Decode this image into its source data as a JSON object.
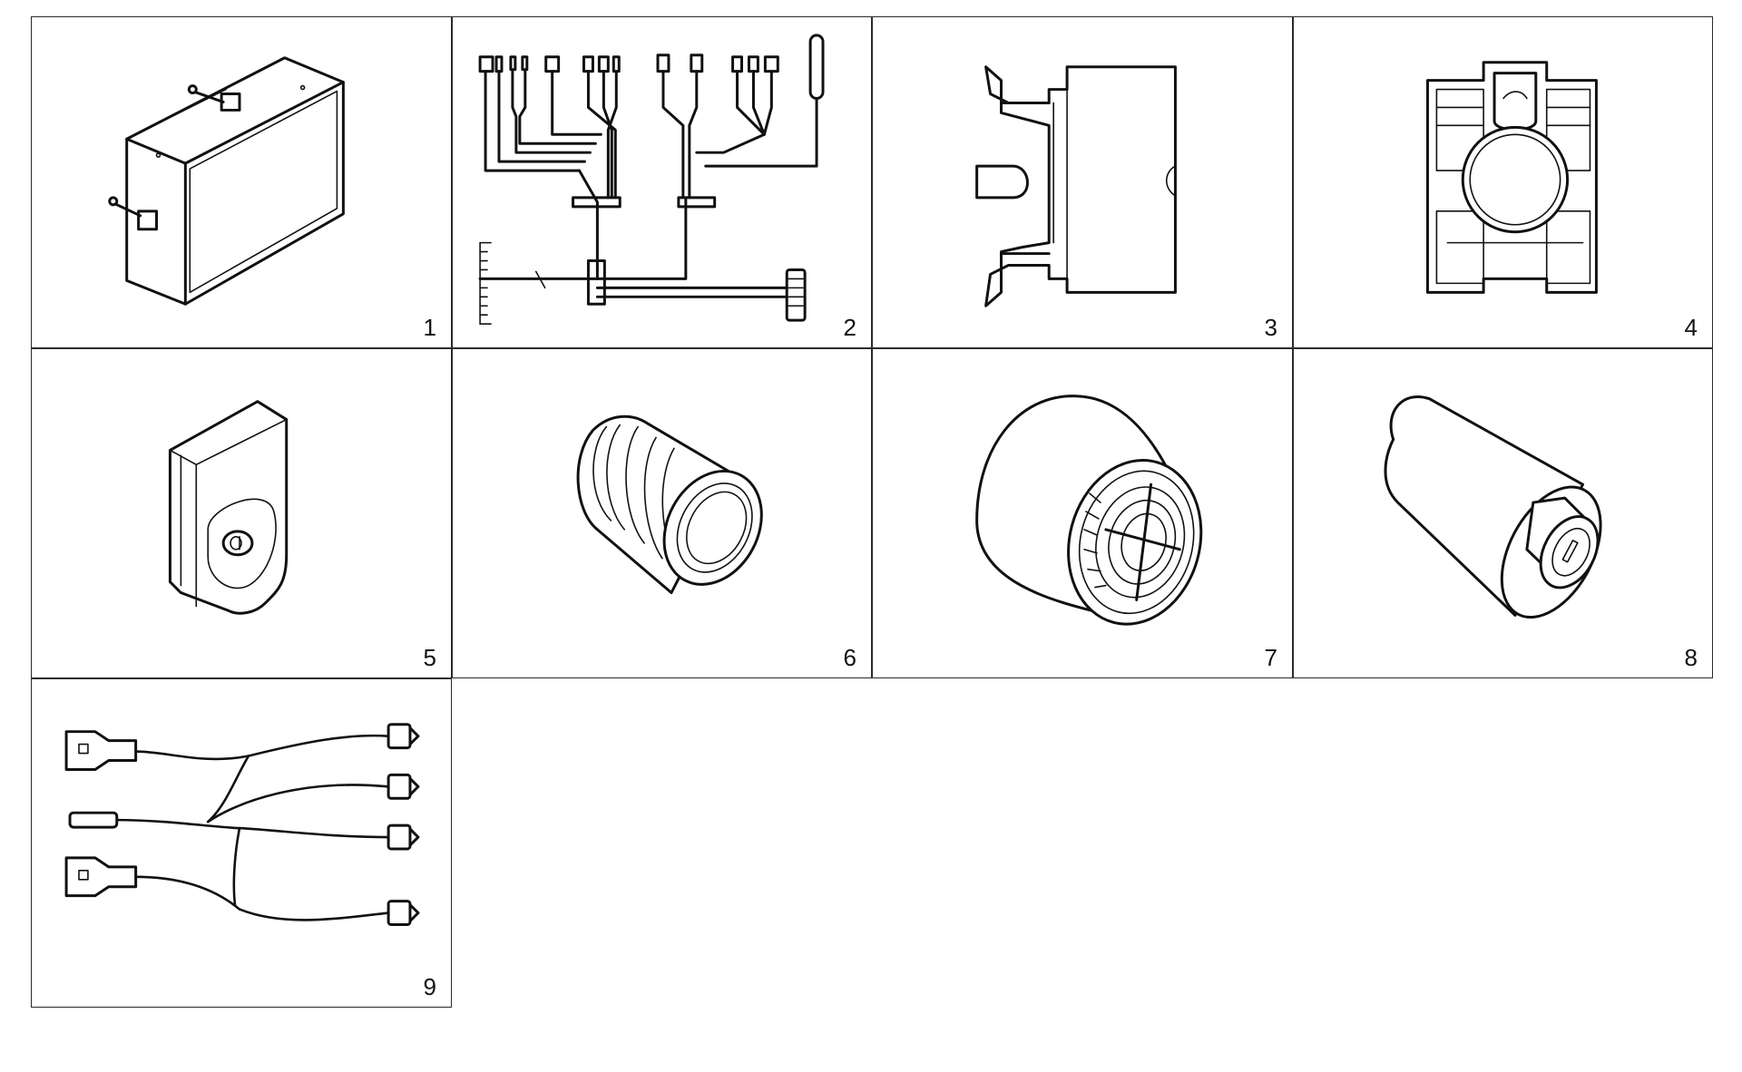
{
  "panels": [
    {
      "id": 1,
      "label": "1",
      "icon": "control-box-icon"
    },
    {
      "id": 2,
      "label": "2",
      "icon": "wiring-harness-icon"
    },
    {
      "id": 3,
      "label": "3",
      "icon": "contact-block-icon"
    },
    {
      "id": 4,
      "label": "4",
      "icon": "mounting-adapter-icon"
    },
    {
      "id": 5,
      "label": "5",
      "icon": "key-fob-icon"
    },
    {
      "id": 6,
      "label": "6",
      "icon": "pilot-light-icon"
    },
    {
      "id": 7,
      "label": "7",
      "icon": "buzzer-icon"
    },
    {
      "id": 8,
      "label": "8",
      "icon": "key-switch-icon"
    },
    {
      "id": 9,
      "label": "9",
      "icon": "connector-cable-icon"
    }
  ]
}
